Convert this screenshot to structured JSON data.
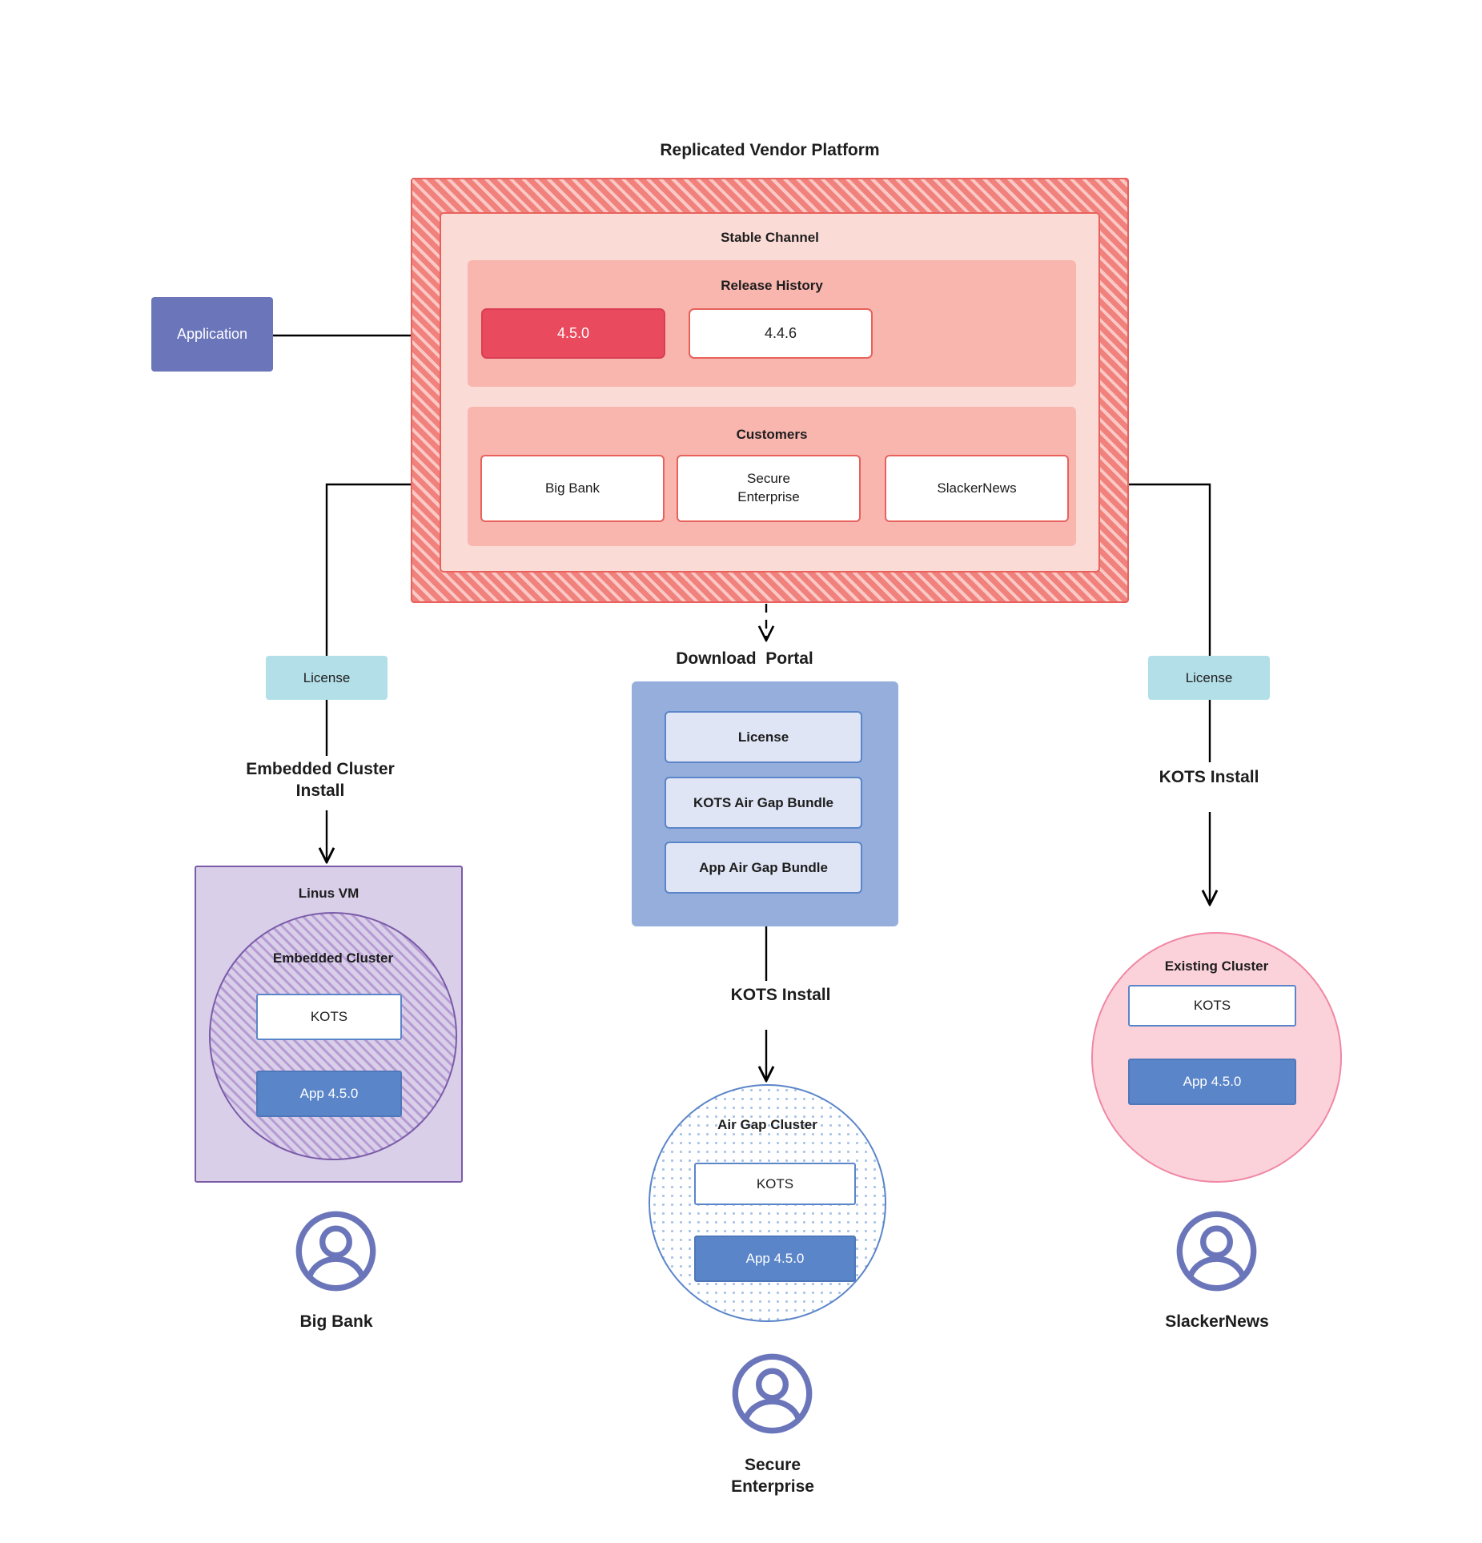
{
  "diagram": {
    "title": "Replicated Vendor Platform"
  },
  "application": {
    "label": "Application"
  },
  "platform": {
    "title": "Replicated Vendor Platform",
    "stable_channel": {
      "title": "Stable Channel",
      "release_history": {
        "title": "Release History",
        "releases": [
          {
            "version": "4.5.0",
            "state": "current"
          },
          {
            "version": "4.4.6",
            "state": "previous"
          }
        ]
      },
      "customers": {
        "title": "Customers",
        "items": [
          {
            "name": "Big Bank"
          },
          {
            "name": "Secure\nEnterprise"
          },
          {
            "name": "SlackerNews"
          }
        ]
      }
    }
  },
  "flows": {
    "left": {
      "license_label": "License",
      "install_label": "Embedded Cluster\nInstall",
      "host": {
        "title": "Linus VM",
        "cluster_title": "Embedded Cluster",
        "kots_label": "KOTS",
        "app_label": "App 4.5.0"
      },
      "persona": "Big Bank"
    },
    "middle": {
      "portal_title": "Download  Portal",
      "portal_items": [
        "License",
        "KOTS Air Gap Bundle",
        "App Air Gap Bundle"
      ],
      "install_label": "KOTS Install",
      "host": {
        "cluster_title": "Air Gap Cluster",
        "kots_label": "KOTS",
        "app_label": "App 4.5.0"
      },
      "persona": "Secure\nEnterprise"
    },
    "right": {
      "license_label": "License",
      "install_label": "KOTS Install",
      "host": {
        "cluster_title": "Existing Cluster",
        "kots_label": "KOTS",
        "app_label": "App 4.5.0"
      },
      "persona": "SlackerNews"
    }
  },
  "icons": {
    "avatar": "user-avatar-icon"
  },
  "colors": {
    "platform_hatch": "#f0817c",
    "platform_border": "#e8615c",
    "stable_channel_bg": "#fbdbd6",
    "inner_panel_bg": "#f9b6ae",
    "release_current": "#ea4a5d",
    "application_bg": "#6b75ba",
    "license_bg": "#b3dfe8",
    "portal_bg": "#95aedb",
    "portal_item_bg": "#dfe5f5",
    "app_chip_bg": "#5b85c9",
    "linux_vm_bg": "#d9cfe9",
    "linux_vm_border": "#7a5ba8",
    "existing_cluster_bg": "#fbd2da",
    "existing_cluster_border": "#f087a5",
    "avatar_color": "#6b75ba",
    "wire": "#000000"
  }
}
